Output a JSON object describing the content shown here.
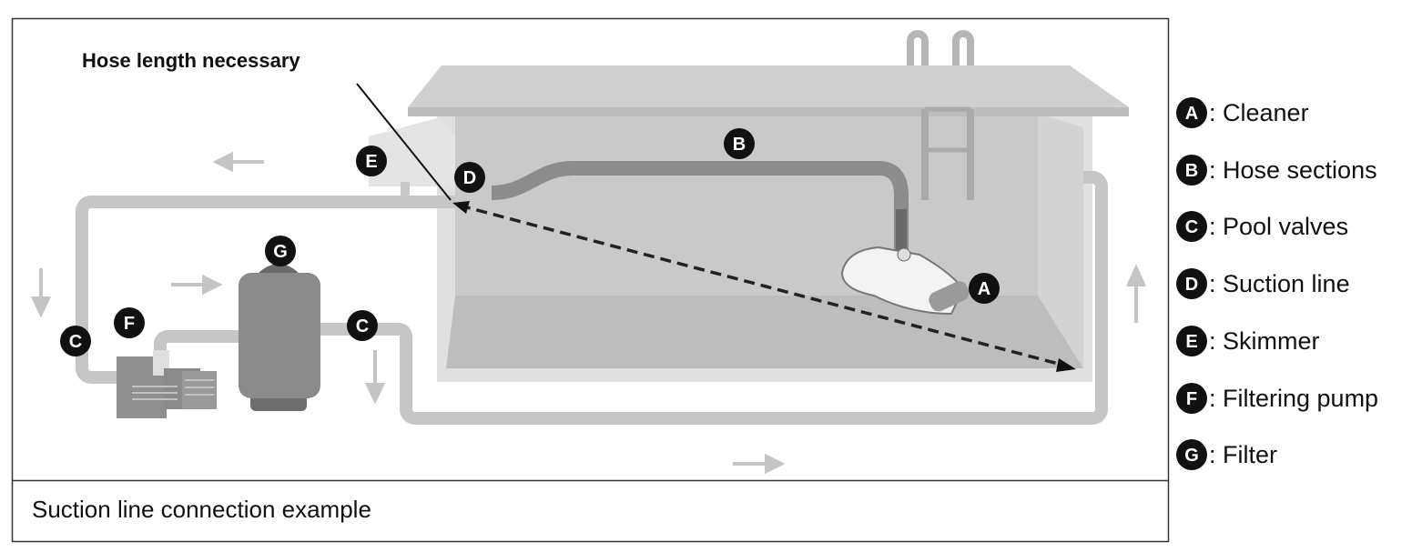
{
  "diagram": {
    "callout": "Hose length necessary",
    "caption": "Suction line connection example",
    "markers": [
      {
        "letter": "E",
        "part": "skimmer"
      },
      {
        "letter": "D",
        "part": "suction-line"
      },
      {
        "letter": "B",
        "part": "hose-sections"
      },
      {
        "letter": "G",
        "part": "filter"
      },
      {
        "letter": "F",
        "part": "filtering-pump"
      },
      {
        "letter": "C",
        "part": "pool-valve-left"
      },
      {
        "letter": "C",
        "part": "pool-valve-right"
      },
      {
        "letter": "A",
        "part": "cleaner"
      }
    ]
  },
  "legend": [
    {
      "letter": "A",
      "label": ": Cleaner"
    },
    {
      "letter": "B",
      "label": ": Hose sections"
    },
    {
      "letter": "C",
      "label": ": Pool valves"
    },
    {
      "letter": "D",
      "label": ": Suction line"
    },
    {
      "letter": "E",
      "label": ": Skimmer"
    },
    {
      "letter": "F",
      "label": ": Filtering pump"
    },
    {
      "letter": "G",
      "label": ": Filter"
    }
  ]
}
